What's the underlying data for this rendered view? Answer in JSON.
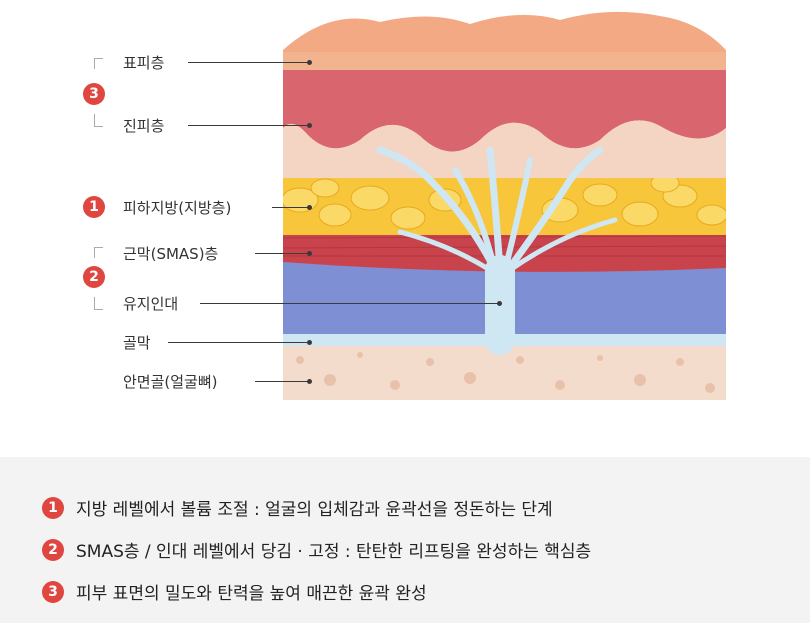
{
  "labels": {
    "epidermis": "표피층",
    "dermis": "진피층",
    "fat": "피하지방(지방층)",
    "smas": "근막(SMAS)층",
    "ligament": "유지인대",
    "periosteum": "골막",
    "bone": "안면골(얼굴뼈)"
  },
  "badges": {
    "one": "1",
    "two": "2",
    "three": "3"
  },
  "summary": [
    {
      "num": "1",
      "text": "지방 레벨에서 볼륨 조절 : 얼굴의 입체감과 윤곽선을 정돈하는 단계"
    },
    {
      "num": "2",
      "text": "SMAS층 / 인대 레벨에서 당김 · 고정 : 탄탄한 리프팅을 완성하는 핵심층"
    },
    {
      "num": "3",
      "text": "피부 표면의 밀도와 탄력을 높여 매끈한 윤곽 완성"
    }
  ],
  "colors": {
    "epidermis": "#f2b48e",
    "dermis": "#d9666f",
    "fat": "#f7c63a",
    "smas": "#c9434c",
    "ligament": "#cfe6f3",
    "deep": "#7e8fd4",
    "bone": "#f3dccb",
    "badge": "#e04640"
  }
}
